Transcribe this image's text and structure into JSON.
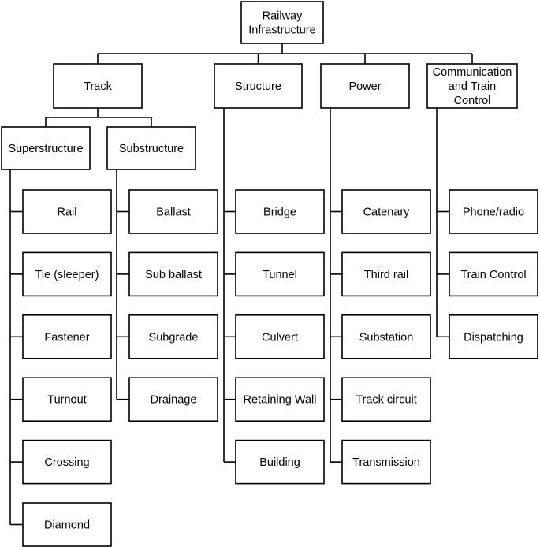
{
  "diagram": {
    "root": {
      "label": [
        "Railway",
        "Infrastructure"
      ]
    },
    "categories": {
      "track": {
        "label": [
          "Track"
        ]
      },
      "structure": {
        "label": [
          "Structure"
        ]
      },
      "power": {
        "label": [
          "Power"
        ]
      },
      "comm": {
        "label": [
          "Communication",
          "and Train",
          "Control"
        ]
      }
    },
    "track_groups": {
      "superstructure": {
        "label": [
          "Superstructure"
        ]
      },
      "substructure": {
        "label": [
          "Substructure"
        ]
      }
    },
    "leaves": {
      "superstructure": [
        "Rail",
        "Tie (sleeper)",
        "Fastener",
        "Turnout",
        "Crossing",
        "Diamond"
      ],
      "substructure": [
        "Ballast",
        "Sub ballast",
        "Subgrade",
        "Drainage"
      ],
      "structure": [
        "Bridge",
        "Tunnel",
        "Culvert",
        "Retaining Wall",
        "Building"
      ],
      "power": [
        "Catenary",
        "Third rail",
        "Substation",
        "Track circuit",
        "Transmission"
      ],
      "comm": [
        "Phone/radio",
        "Train Control",
        "Dispatching"
      ]
    }
  }
}
